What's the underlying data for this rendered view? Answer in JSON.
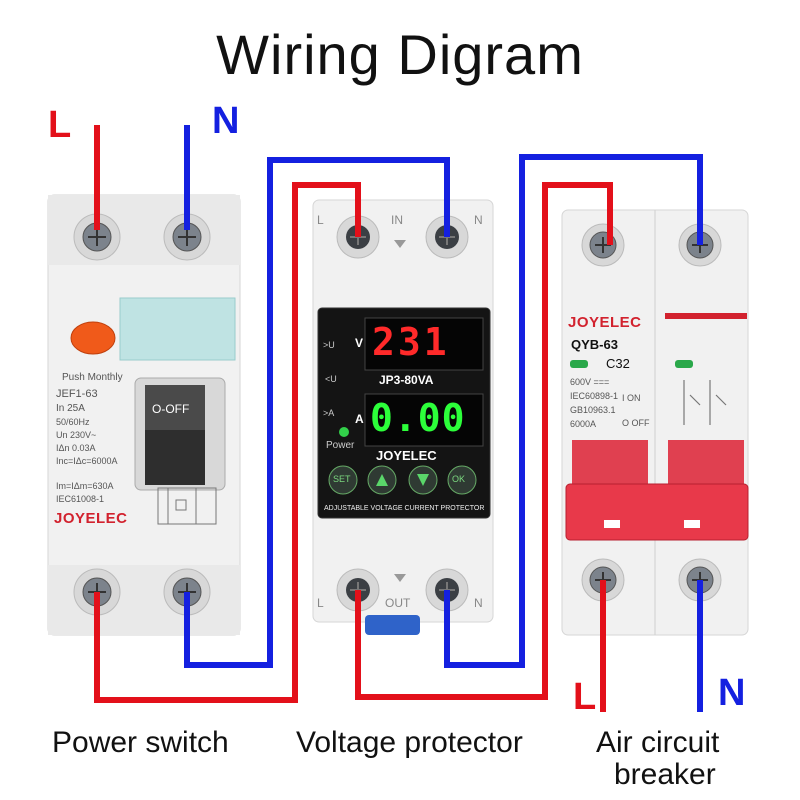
{
  "title": "Wiring  Digram",
  "input": {
    "l_label": "L",
    "n_label": "N"
  },
  "output": {
    "l_label": "L",
    "n_label": "N"
  },
  "captions": {
    "power_switch": "Power switch",
    "voltage_protector": "Voltage protector",
    "air_breaker_line1": "Air circuit",
    "air_breaker_line2": "breaker"
  },
  "power_switch": {
    "push_text": "Push Monthly",
    "model": "JEF1-63",
    "specs": [
      "In 25A",
      "50/60Hz",
      "Un 230V~",
      "IΔn 0.03A",
      "Inc=IΔc=6000A"
    ],
    "specs2": [
      "Im=IΔm=630A",
      "IEC61008-1"
    ],
    "toggle_text": "O-OFF",
    "brand": "JOYELEC"
  },
  "voltage_protector": {
    "in_label": "IN",
    "out_label": "OUT",
    "l_label": "L",
    "n_label": "N",
    "voltage_display": "231",
    "current_display": "0.00",
    "v_unit": "V",
    "a_unit": "A",
    "model": "JP3-80VA",
    "indicators": [
      ">U",
      "<U",
      ">A"
    ],
    "power_label": "Power",
    "brand": "JOYELEC",
    "buttons": [
      "SET",
      "▲",
      "▼",
      "OK"
    ],
    "footer": "ADJUSTABLE VOLTAGE CURRENT PROTECTOR"
  },
  "air_breaker": {
    "brand": "JOYELEC",
    "model": "QYB-63",
    "rating": "C32",
    "specs": [
      "600V ===",
      "IEC60898-1",
      "GB10963.1",
      "6000A"
    ],
    "on_label": "I ON",
    "off_label": "O OFF"
  },
  "colors": {
    "live": "#e3101a",
    "neutral": "#1420e0",
    "device_body": "#f1f1f1",
    "accent_red": "#d2222e"
  }
}
